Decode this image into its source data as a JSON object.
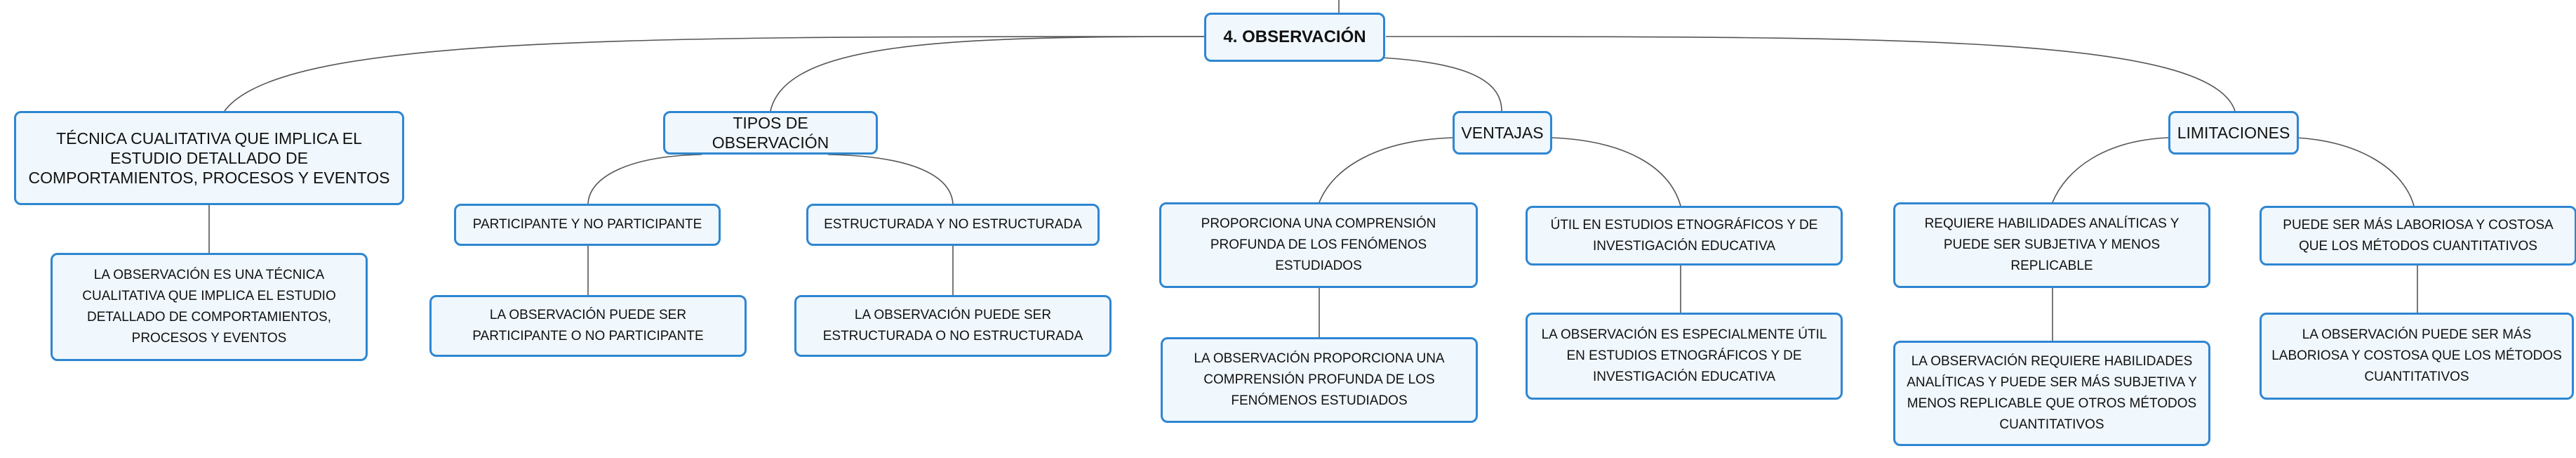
{
  "colors": {
    "node_fill": "#f0f7fd",
    "node_border": "#2e86d1",
    "connector": "#555555"
  },
  "root": {
    "label": "4. OBSERVACIÓN"
  },
  "branches": [
    {
      "label": "TÉCNICA CUALITATIVA QUE IMPLICA EL ESTUDIO DETALLADO DE COMPORTAMIENTOS, PROCESOS Y EVENTOS",
      "children": [
        {
          "label": "LA OBSERVACIÓN ES UNA TÉCNICA CUALITATIVA QUE IMPLICA EL ESTUDIO DETALLADO DE COMPORTAMIENTOS, PROCESOS Y EVENTOS"
        }
      ]
    },
    {
      "label": "TIPOS DE OBSERVACIÓN",
      "children": [
        {
          "label": "PARTICIPANTE Y NO PARTICIPANTE",
          "children": [
            {
              "label": "LA OBSERVACIÓN PUEDE SER PARTICIPANTE O NO PARTICIPANTE"
            }
          ]
        },
        {
          "label": "ESTRUCTURADA Y NO ESTRUCTURADA",
          "children": [
            {
              "label": "LA OBSERVACIÓN PUEDE SER ESTRUCTURADA O NO ESTRUCTURADA"
            }
          ]
        }
      ]
    },
    {
      "label": "VENTAJAS",
      "children": [
        {
          "label": "PROPORCIONA UNA COMPRENSIÓN PROFUNDA DE LOS FENÓMENOS ESTUDIADOS",
          "children": [
            {
              "label": "LA OBSERVACIÓN PROPORCIONA UNA COMPRENSIÓN PROFUNDA DE LOS FENÓMENOS ESTUDIADOS"
            }
          ]
        },
        {
          "label": "ÚTIL EN ESTUDIOS ETNOGRÁFICOS Y DE INVESTIGACIÓN EDUCATIVA",
          "children": [
            {
              "label": "LA OBSERVACIÓN ES ESPECIALMENTE ÚTIL EN ESTUDIOS ETNOGRÁFICOS Y DE INVESTIGACIÓN EDUCATIVA"
            }
          ]
        }
      ]
    },
    {
      "label": "LIMITACIONES",
      "children": [
        {
          "label": "REQUIERE HABILIDADES ANALÍTICAS Y PUEDE SER SUBJETIVA Y MENOS REPLICABLE",
          "children": [
            {
              "label": "LA OBSERVACIÓN REQUIERE HABILIDADES ANALÍTICAS Y PUEDE SER MÁS SUBJETIVA Y MENOS REPLICABLE QUE OTROS MÉTODOS CUANTITATIVOS"
            }
          ]
        },
        {
          "label": "PUEDE SER MÁS LABORIOSA Y COSTOSA QUE LOS MÉTODOS CUANTITATIVOS",
          "children": [
            {
              "label": "LA OBSERVACIÓN PUEDE SER MÁS LABORIOSA Y COSTOSA QUE LOS MÉTODOS CUANTITATIVOS"
            }
          ]
        }
      ]
    }
  ]
}
